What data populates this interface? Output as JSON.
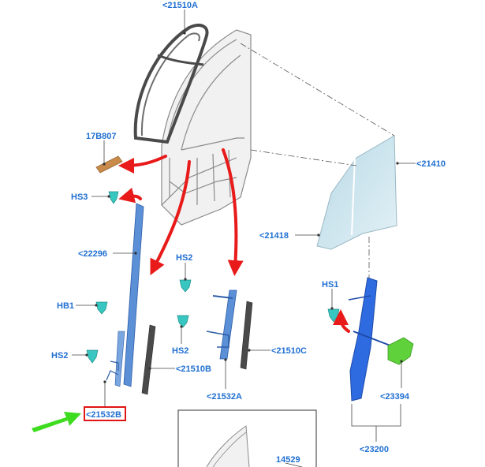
{
  "diagram": {
    "labels": {
      "top_seal": "<21510A",
      "weatherstrip_small": "17B807",
      "hs3": "HS3",
      "run_channel": "<22296",
      "hs2_mid": "HS2",
      "hb1": "HB1",
      "hs2_left": "HS2",
      "hs2_low": "HS2",
      "glass_ref": "<21410",
      "glass": "<21418",
      "hs1": "HS1",
      "belt_seal_front": "<21510C",
      "belt_seal_rear": "<21510B",
      "bracket_mid": "<21532A",
      "bracket_left": "<21532B",
      "motor": "<23394",
      "regulator": "<23200",
      "inset_part": "14529"
    },
    "highlighted_label": "<21532B",
    "colors": {
      "label_text": "#1f6fd1",
      "highlight_box": "#e01515",
      "pointer_arrow": "#3ddc1f",
      "flow_arrows": "#e81a1a",
      "channel_blue": "#5b8fd6",
      "regulator_blue": "#2f6be0",
      "glass_tint": "#cfe6ee",
      "clip_teal": "#38c7c0",
      "motor_green": "#5fd13a",
      "seal_dark": "#4a4a4a",
      "weatherstrip_orange": "#c98a4a"
    }
  }
}
